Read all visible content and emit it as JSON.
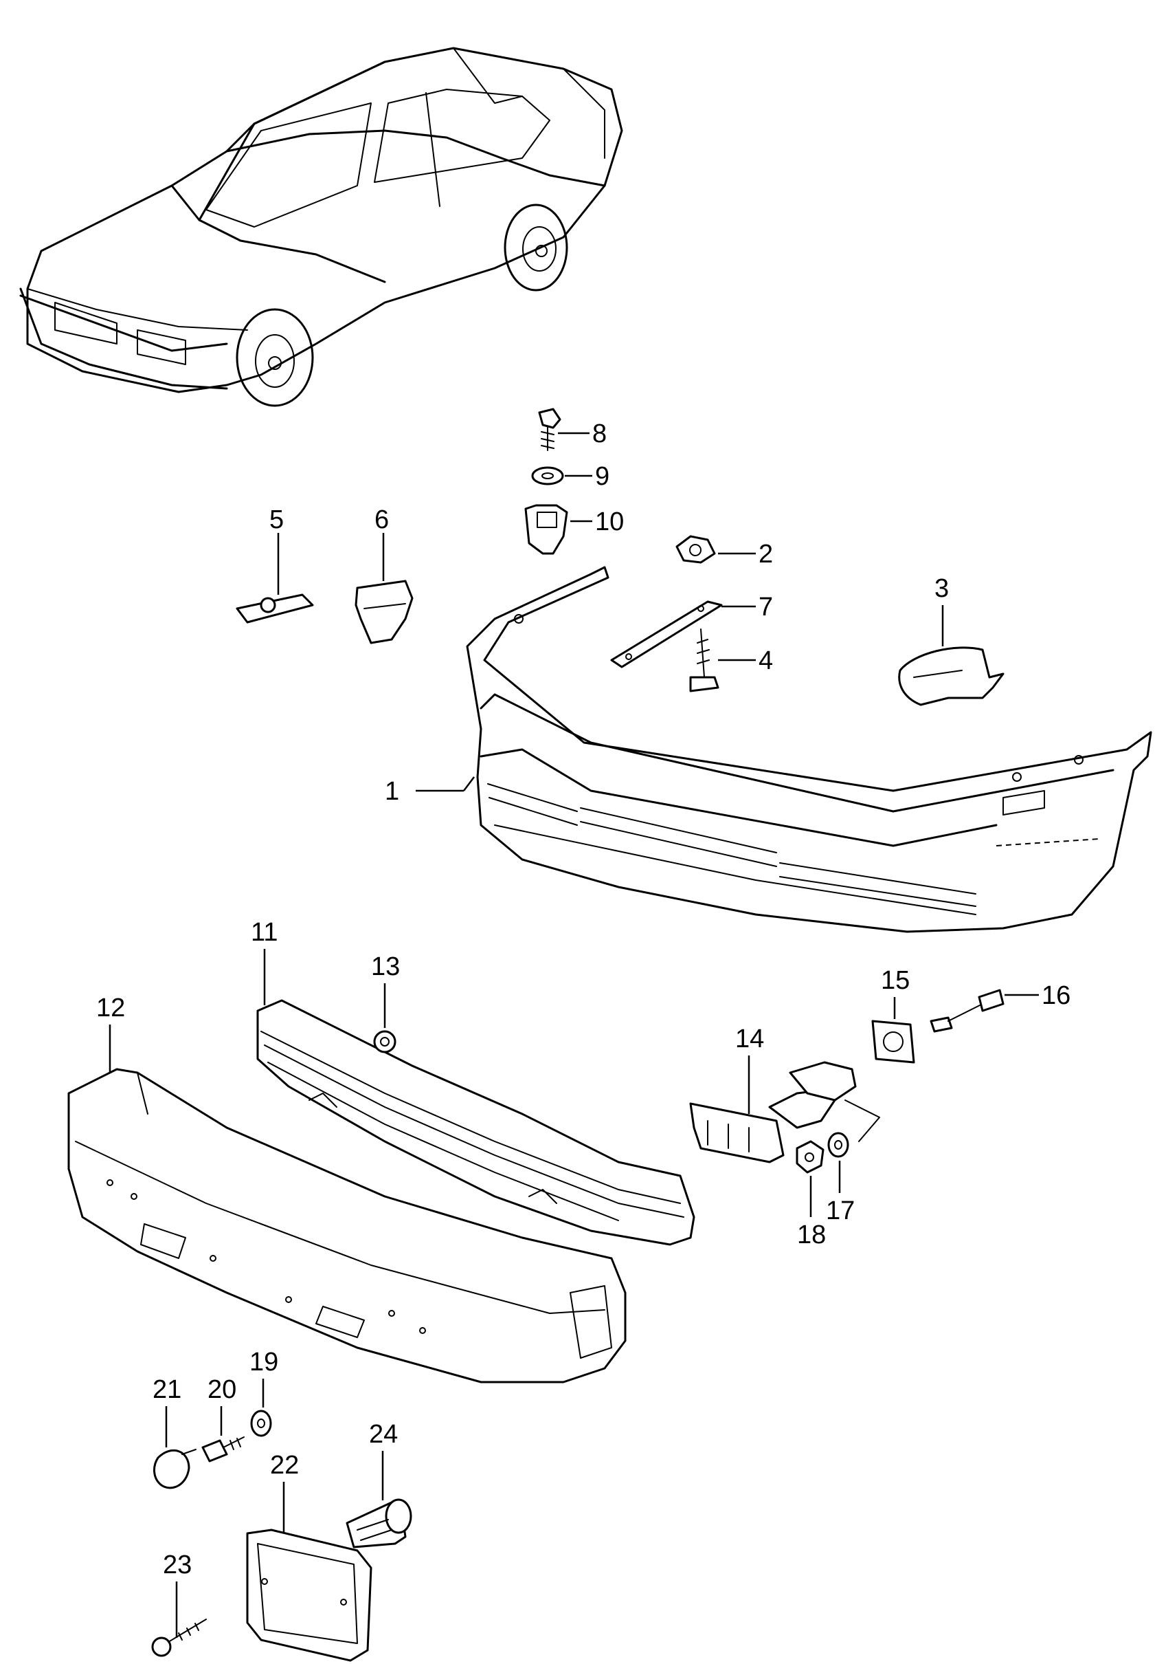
{
  "labels": {
    "p1": "1",
    "p2": "2",
    "p3": "3",
    "p4": "4",
    "p5": "5",
    "p6": "6",
    "p7": "7",
    "p8": "8",
    "p9": "9",
    "p10": "10",
    "p11": "11",
    "p12": "12",
    "p13": "13",
    "p14": "14",
    "p15": "15",
    "p16": "16",
    "p17": "17",
    "p18": "18",
    "p19": "19",
    "p20": "20",
    "p21": "21",
    "p22": "22",
    "p23": "23",
    "p24": "24"
  }
}
